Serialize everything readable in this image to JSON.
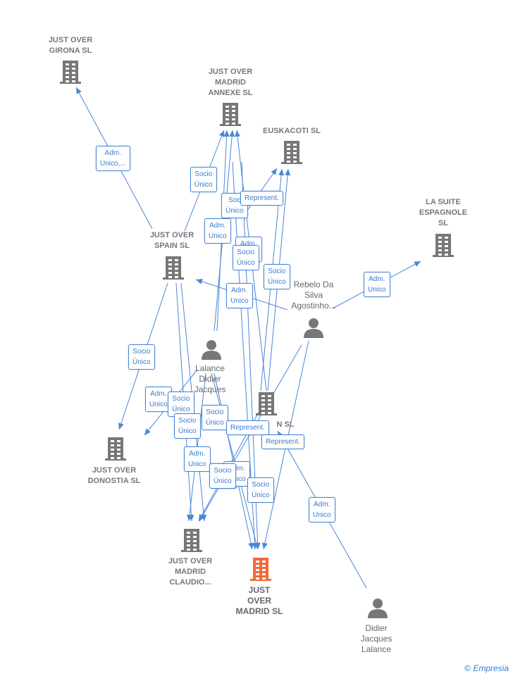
{
  "colors": {
    "edge": "#4a86d8",
    "company": "#777777",
    "focus": "#f06a3a",
    "person": "#777777"
  },
  "nodes": [
    {
      "id": "girona",
      "type": "company",
      "label": "JUST OVER\nGIRONA  SL",
      "icon": "building-icon"
    },
    {
      "id": "madrid_annexe",
      "type": "company",
      "label": "JUST OVER\nMADRID\nANNEXE  SL",
      "icon": "building-icon"
    },
    {
      "id": "euskacoti",
      "type": "company",
      "label": "EUSKACOTI  SL",
      "icon": "building-icon"
    },
    {
      "id": "la_suite",
      "type": "company",
      "label": "LA SUITE\nESPAGNOLE\nSL",
      "icon": "building-icon"
    },
    {
      "id": "spain",
      "type": "company",
      "label": "JUST OVER\nSPAIN  SL",
      "icon": "building-icon"
    },
    {
      "id": "rebelo",
      "type": "person",
      "label": "Rebelo Da\nSilva\nAgostinho...",
      "icon": "person-icon"
    },
    {
      "id": "lalance_center",
      "type": "person",
      "label": "Lalance\nDidier\nJacques",
      "icon": "person-icon"
    },
    {
      "id": "center_sl",
      "type": "company",
      "label": "N  SL",
      "icon": "building-icon"
    },
    {
      "id": "donostia",
      "type": "company",
      "label": "JUST OVER\nDONOSTIA  SL",
      "icon": "building-icon"
    },
    {
      "id": "claudio",
      "type": "company",
      "label": "JUST OVER\nMADRID\nCLAUDIO...",
      "icon": "building-icon"
    },
    {
      "id": "madrid",
      "type": "focus",
      "label": "JUST\nOVER\nMADRID  SL",
      "icon": "building-icon"
    },
    {
      "id": "didier",
      "type": "person",
      "label": "Didier\nJacques\nLalance",
      "icon": "person-icon"
    }
  ],
  "edge_labels": [
    "Adm.\nUnico,...",
    "Socio\nÚnico",
    "Soc\nÚnico",
    "Represent.",
    "Adm.\nUnico",
    "Adm.\nUnico",
    "Socio\nÚnico",
    "Socio\nÚnico",
    "Adm.\nUnico",
    "Adm.\nUnico",
    "Socio\nÚnico",
    "Adm.\nUnico",
    "Socio\nÚnico",
    "Socio\nÚnico",
    "Socio\nÚnico",
    "Represent.",
    "Represent.",
    "Adm.\nUnico",
    "Socio\nÚnico",
    "Adm.\nUnico",
    "Socio\nÚnico",
    "Socio\nÚnico",
    "Adm.\nUnico"
  ],
  "brand": {
    "symbol": "©",
    "name": "Empresia"
  }
}
